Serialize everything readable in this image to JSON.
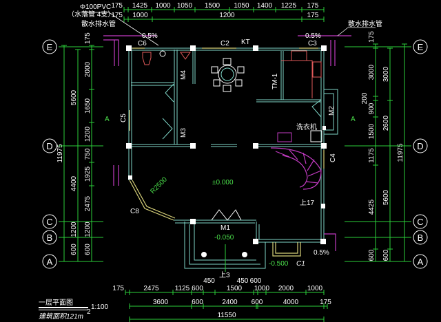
{
  "drawing": {
    "title": "一层平面图",
    "scale": "1:100",
    "area_label": "建筑面积121m",
    "area_sup": "2",
    "axes": [
      "E",
      "D",
      "C",
      "B",
      "A"
    ],
    "top_dims_row1": [
      "175",
      "1425",
      "1000",
      "1050",
      "1500",
      "1050",
      "1400",
      "1225",
      "175"
    ],
    "top_dims_row2": [
      "175",
      "1000",
      "1200",
      "175"
    ],
    "left_dims_inner": [
      "175",
      "2000",
      "1650",
      "1200",
      "750",
      "1925",
      "2475",
      "1200",
      "600"
    ],
    "left_dims_outer": [
      "5600",
      "4400",
      "1200",
      "600"
    ],
    "left_total": "11975",
    "right_dims_inner": [
      "175",
      "3000",
      "200",
      "900",
      "1500",
      "1175",
      "4425",
      "600"
    ],
    "right_dims_outer": [
      "3000",
      "2600",
      "5600",
      "600"
    ],
    "right_total": "11975",
    "bottom_dims_row1": [
      "175",
      "2475",
      "1125",
      "600",
      "450",
      "1500",
      "600",
      "1000",
      "2000",
      "1000"
    ],
    "bottom_dims_row2": [
      "3600",
      "600",
      "2400",
      "600",
      "4000",
      "175"
    ],
    "bottom_extra": "450",
    "bottom_total": "11550",
    "annotations": {
      "pipe": "Φ100PVC",
      "pipe_note": "（水落管 4支）",
      "drain_left": "散水排水管",
      "drain_right": "散水排水管",
      "slope": "0.5%",
      "washer": "洗衣机",
      "floor_level": "±0.000",
      "porch_level": "-0.050",
      "ground_level": "-0.500",
      "stair_up": "上17",
      "porch_up": "上3",
      "radius": "R2500",
      "section": "A"
    },
    "openings": {
      "c6": "C6",
      "c2": "C2",
      "kt": "KT",
      "c3": "C3",
      "c5": "C5",
      "c4": "C4",
      "c8": "C8",
      "c1": "C1",
      "m1": "M1",
      "m2": "M2",
      "m3": "M3",
      "m4": "M4",
      "tm1": "TM-1"
    },
    "colors": {
      "dimension": "#2bd13a",
      "wall": "#7fd6c8",
      "window": "#d8d27a",
      "stair": "#c23bc2",
      "background": "#000000"
    }
  }
}
